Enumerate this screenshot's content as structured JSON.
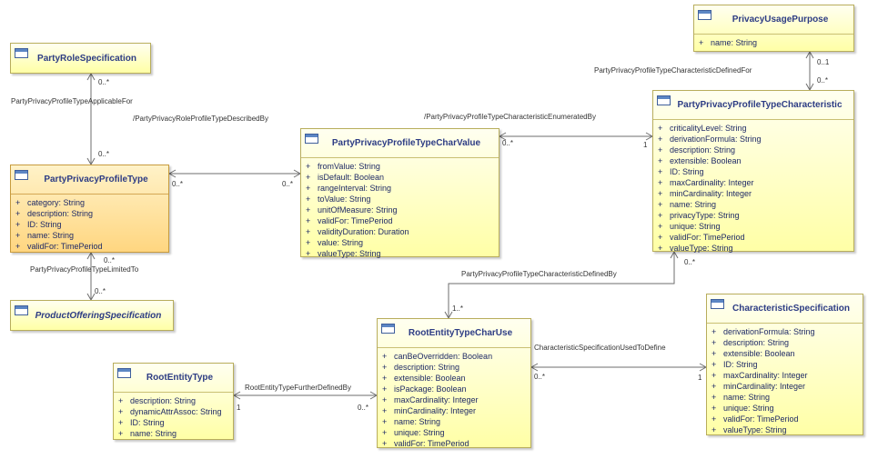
{
  "classes": {
    "party_role_specification": {
      "name": "PartyRoleSpecification",
      "attributes": []
    },
    "party_privacy_profile_type": {
      "name": "PartyPrivacyProfileType",
      "attributes": [
        {
          "vis": "+",
          "text": "category: String"
        },
        {
          "vis": "+",
          "text": "description: String"
        },
        {
          "vis": "+",
          "text": "ID: String"
        },
        {
          "vis": "+",
          "text": "name: String"
        },
        {
          "vis": "+",
          "text": "validFor: TimePeriod"
        }
      ]
    },
    "product_offering_specification": {
      "name": "ProductOfferingSpecification",
      "attributes": []
    },
    "party_privacy_profile_type_char_value": {
      "name": "PartyPrivacyProfileTypeCharValue",
      "attributes": [
        {
          "vis": "+",
          "text": "fromValue: String"
        },
        {
          "vis": "+",
          "text": "isDefault: Boolean"
        },
        {
          "vis": "+",
          "text": "rangeInterval: String"
        },
        {
          "vis": "+",
          "text": "toValue: String"
        },
        {
          "vis": "+",
          "text": "unitOfMeasure: String"
        },
        {
          "vis": "+",
          "text": "validFor: TimePeriod"
        },
        {
          "vis": "+",
          "text": "validityDuration: Duration"
        },
        {
          "vis": "+",
          "text": "value: String"
        },
        {
          "vis": "+",
          "text": "valueType: String"
        }
      ]
    },
    "privacy_usage_purpose": {
      "name": "PrivacyUsagePurpose",
      "attributes": [
        {
          "vis": "+",
          "text": "name: String"
        }
      ]
    },
    "party_privacy_profile_type_characteristic": {
      "name": "PartyPrivacyProfileTypeCharacteristic",
      "attributes": [
        {
          "vis": "+",
          "text": "criticalityLevel: String"
        },
        {
          "vis": "+",
          "text": "derivationFormula: String"
        },
        {
          "vis": "+",
          "text": "description: String"
        },
        {
          "vis": "+",
          "text": "extensible: Boolean"
        },
        {
          "vis": "+",
          "text": "ID: String"
        },
        {
          "vis": "+",
          "text": "maxCardinality: Integer"
        },
        {
          "vis": "+",
          "text": "minCardinality: Integer"
        },
        {
          "vis": "+",
          "text": "name: String"
        },
        {
          "vis": "+",
          "text": "privacyType: String"
        },
        {
          "vis": "+",
          "text": "unique: String"
        },
        {
          "vis": "+",
          "text": "validFor: TimePeriod"
        },
        {
          "vis": "+",
          "text": "valueType: String"
        }
      ]
    },
    "root_entity_type_char_use": {
      "name": "RootEntityTypeCharUse",
      "attributes": [
        {
          "vis": "+",
          "text": "canBeOverridden: Boolean"
        },
        {
          "vis": "+",
          "text": "description: String"
        },
        {
          "vis": "+",
          "text": "extensible: Boolean"
        },
        {
          "vis": "+",
          "text": "isPackage: Boolean"
        },
        {
          "vis": "+",
          "text": "maxCardinality: Integer"
        },
        {
          "vis": "+",
          "text": "minCardinality: Integer"
        },
        {
          "vis": "+",
          "text": "name: String"
        },
        {
          "vis": "+",
          "text": "unique: String"
        },
        {
          "vis": "+",
          "text": "validFor: TimePeriod"
        }
      ]
    },
    "root_entity_type": {
      "name": "RootEntityType",
      "attributes": [
        {
          "vis": "+",
          "text": "description: String"
        },
        {
          "vis": "+",
          "text": "dynamicAttrAssoc: String"
        },
        {
          "vis": "+",
          "text": "ID: String"
        },
        {
          "vis": "+",
          "text": "name: String"
        }
      ]
    },
    "characteristic_specification": {
      "name": "CharacteristicSpecification",
      "attributes": [
        {
          "vis": "+",
          "text": "derivationFormula: String"
        },
        {
          "vis": "+",
          "text": "description: String"
        },
        {
          "vis": "+",
          "text": "extensible: Boolean"
        },
        {
          "vis": "+",
          "text": "ID: String"
        },
        {
          "vis": "+",
          "text": "maxCardinality: Integer"
        },
        {
          "vis": "+",
          "text": "minCardinality: Integer"
        },
        {
          "vis": "+",
          "text": "name: String"
        },
        {
          "vis": "+",
          "text": "unique: String"
        },
        {
          "vis": "+",
          "text": "validFor: TimePeriod"
        },
        {
          "vis": "+",
          "text": "valueType: String"
        }
      ]
    }
  },
  "associations": {
    "applicable_for": "PartyPrivacyProfileTypeApplicableFor",
    "role_profile_type_described_by": "/PartyPrivacyRoleProfileTypeDescribedBy",
    "limited_to": "PartyPrivacyProfileTypeLimitedTo",
    "characteristic_enumerated_by": "/PartyPrivacyProfileTypeCharacteristicEnumeratedBy",
    "characteristic_defined_for": "PartyPrivacyProfileTypeCharacteristicDefinedFor",
    "characteristic_defined_by": "PartyPrivacyProfileTypeCharacteristicDefinedBy",
    "spec_used_to_define": "CharacteristicSpecificationUsedToDefine",
    "root_further_defined_by": "RootEntityTypeFurtherDefinedBy"
  },
  "multiplicities": {
    "m1": "0..*",
    "m2": "0..*",
    "m3": "0..*",
    "m4": "0..*",
    "m5": "0..*",
    "m6": "0..*",
    "m7": "0..*",
    "m8": "1",
    "m9": "0..1",
    "m10": "0..*",
    "m11": "0..*",
    "m12": "1..*",
    "m13": "0..*",
    "m14": "1",
    "m15": "1",
    "m16": "0..*"
  },
  "colors": {
    "orange_fill": "#ffd680",
    "yellow_fill": "#ffffa6",
    "header_text": "#2d3c84",
    "line": "#6e6e6e"
  }
}
